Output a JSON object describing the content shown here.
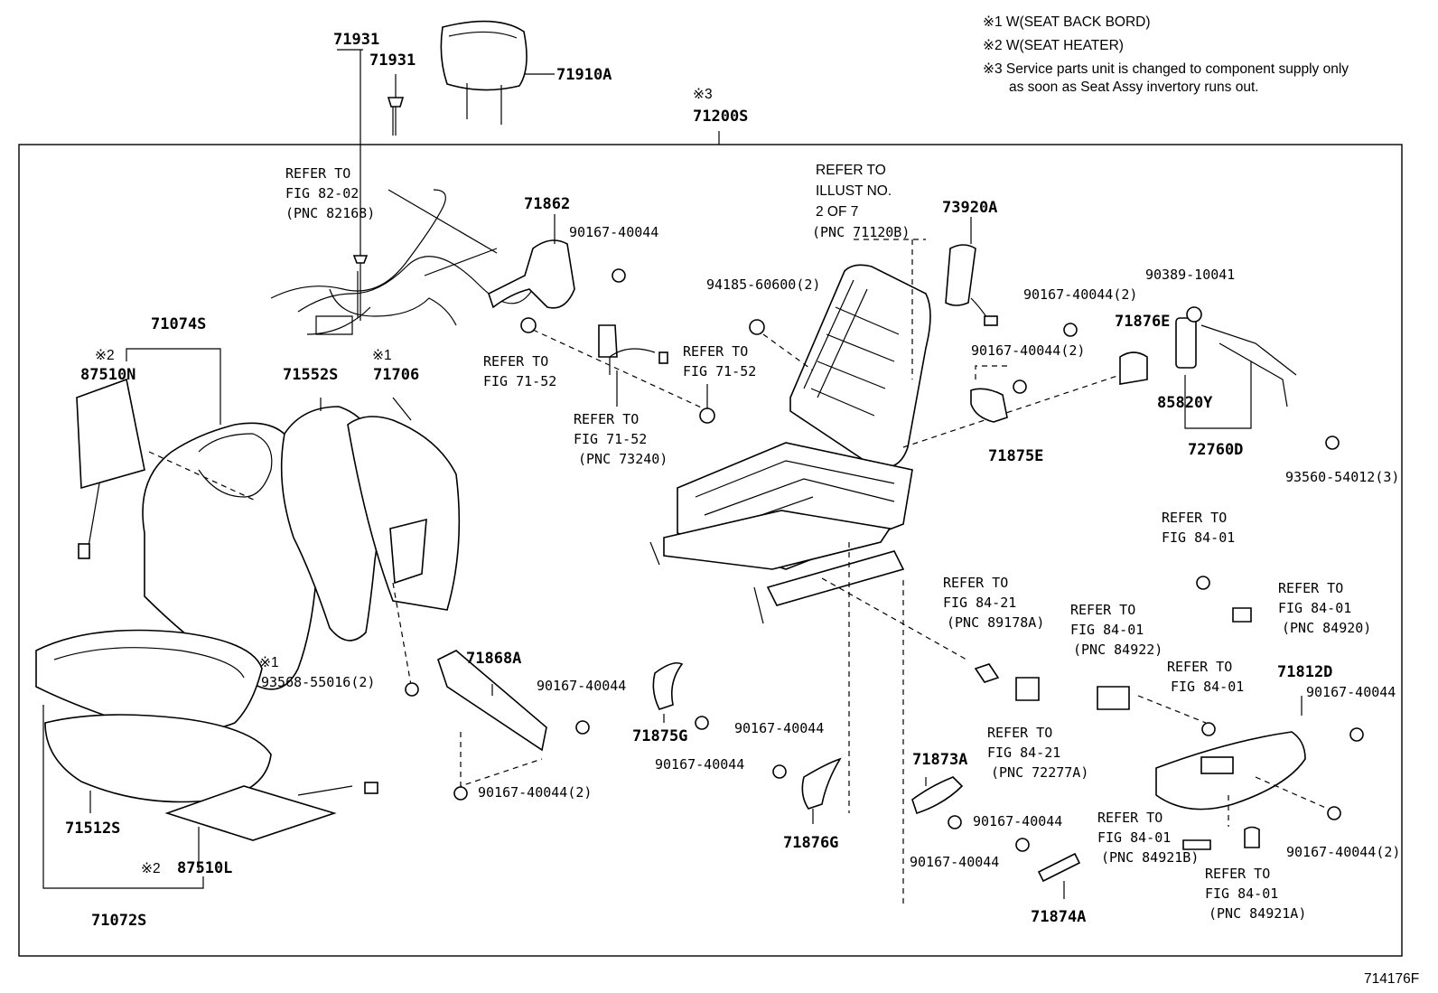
{
  "notes": [
    "※1 W(SEAT BACK BORD)",
    "※2 W(SEAT HEATER)",
    "※3 Service parts unit is changed to component supply only",
    "as soon as Seat Assy invertory runs out."
  ],
  "figure_code": "714176F",
  "labels": {
    "p71931a": "71931",
    "p71931b": "71931",
    "p71910A": "71910A",
    "mark3": "※3",
    "p71200S": "71200S",
    "refHarness1": "REFER TO",
    "refHarness2": "FIG 82-02",
    "refHarness3": "(PNC 82168)",
    "p71862": "71862",
    "b90167_top": "90167-40044",
    "refIllust1": "REFER TO",
    "refIllust2": "ILLUST NO.",
    "refIllust3": "2 OF 7",
    "refIllust4": "(PNC 71120B)",
    "p73920A": "73920A",
    "p94185": "94185-60600(2)",
    "b90389": "90389-10041",
    "b90167_2a": "90167-40044(2)",
    "p71876E": "71876E",
    "p71074S": "71074S",
    "mark2a": "※2",
    "p87510N": "87510N",
    "p71552S": "71552S",
    "mark1a": "※1",
    "p71706": "71706",
    "ref7152a1": "REFER TO",
    "ref7152a2": "FIG 71-52",
    "ref7152b1": "REFER TO",
    "ref7152b2": "FIG 71-52",
    "b90167_2b": "90167-40044(2)",
    "p85820Y": "85820Y",
    "ref73240_1": "REFER TO",
    "ref73240_2": "FIG 71-52",
    "ref73240_3": "(PNC 73240)",
    "p71875E": "71875E",
    "p72760D": "72760D",
    "b93560": "93560-54012(3)",
    "ref8401a1": "REFER TO",
    "ref8401a2": "FIG 84-01",
    "ref89178A_1": "REFER TO",
    "ref89178A_2": "FIG 84-21",
    "ref89178A_3": "(PNC 89178A)",
    "ref84920_1": "REFER TO",
    "ref84920_2": "FIG 84-01",
    "ref84920_3": "(PNC 84920)",
    "ref84922_1": "REFER TO",
    "ref84922_2": "FIG 84-01",
    "ref84922_3": "(PNC 84922)",
    "mark1b": "※1",
    "b93568": "93568-55016(2)",
    "p71868A": "71868A",
    "b90167_mid1": "90167-40044",
    "ref8401b1": "REFER TO",
    "ref8401b2": "FIG 84-01",
    "p71812D": "71812D",
    "b90167_right": "90167-40044",
    "p71875G": "71875G",
    "b90167_g": "90167-40044",
    "b90167_876": "90167-40044",
    "ref72277A_1": "REFER TO",
    "ref72277A_2": "FIG 84-21",
    "ref72277A_3": "(PNC 72277A)",
    "p71873A": "71873A",
    "p71512S": "71512S",
    "b90167_2c": "90167-40044(2)",
    "b90167_873": "90167-40044",
    "ref84921B_1": "REFER TO",
    "ref84921B_2": "FIG 84-01",
    "ref84921B_3": "(PNC 84921B)",
    "b90167_2d": "90167-40044(2)",
    "p71876G": "71876G",
    "b90167_874": "90167-40044",
    "mark2b": "※2",
    "p87510L": "87510L",
    "ref84921A_1": "REFER TO",
    "ref84921A_2": "FIG 84-01",
    "ref84921A_3": "(PNC 84921A)",
    "p71874A": "71874A",
    "p71072S": "71072S"
  }
}
